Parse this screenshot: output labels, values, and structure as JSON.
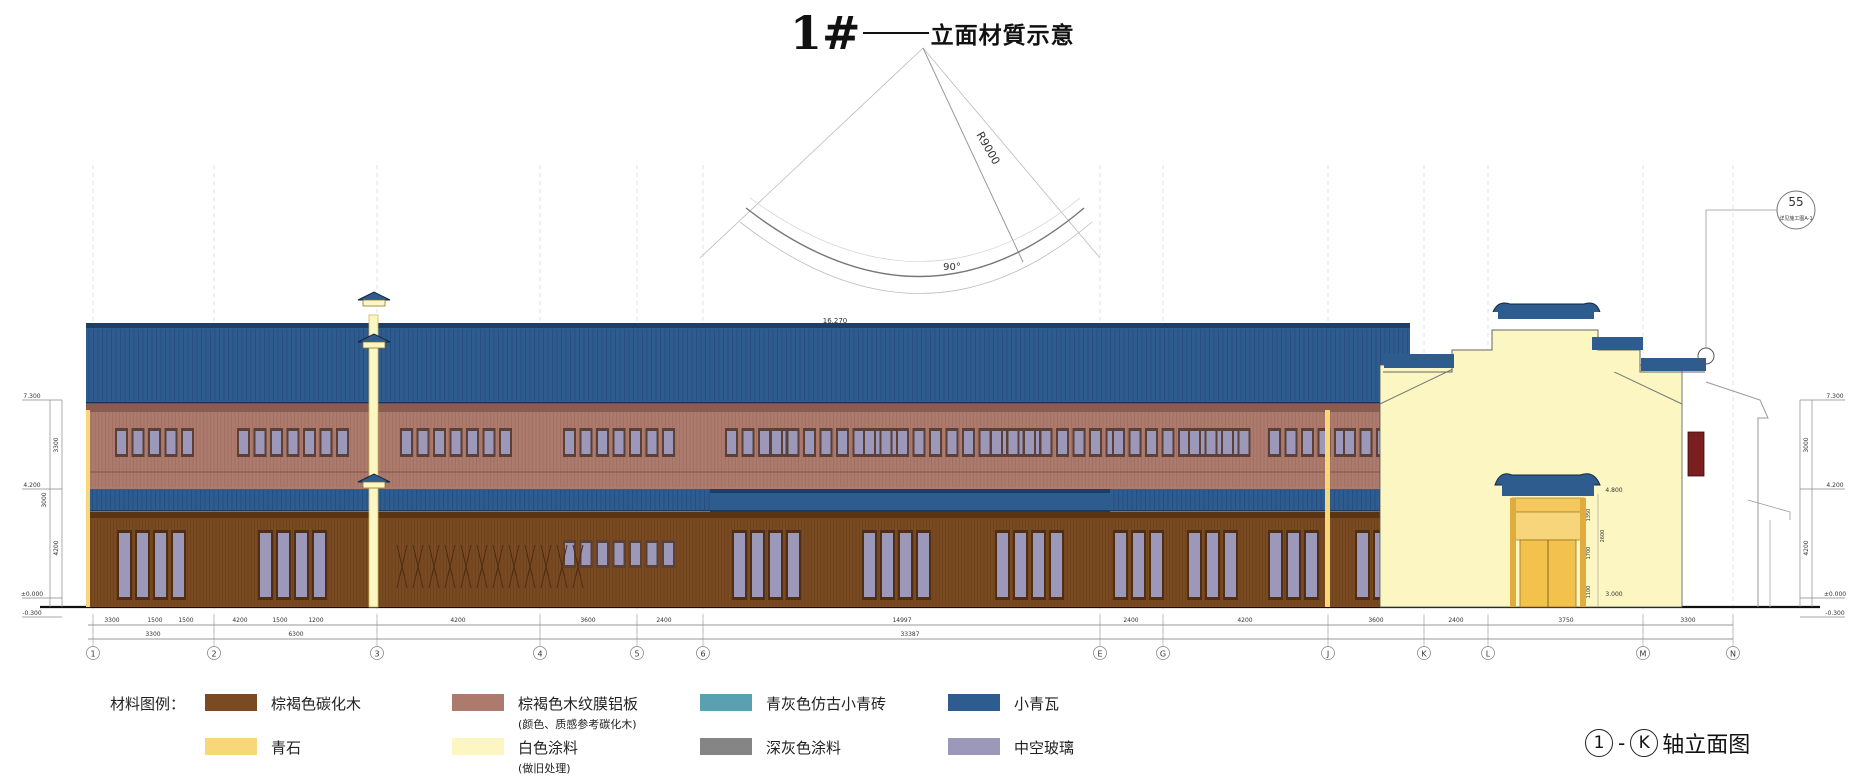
{
  "title": {
    "number": "1#",
    "subtitle": "立面材質示意"
  },
  "drawing": {
    "axis_labels": [
      "1",
      "2",
      "3",
      "4",
      "5",
      "6",
      "E",
      "G",
      "J",
      "K",
      "L",
      "M",
      "N"
    ],
    "dim_texts_row1": [
      "3300",
      "1500",
      "1500",
      "4200",
      "1500",
      "1200",
      "4200",
      "3600",
      "2400",
      "14997",
      "2400",
      "4200",
      "3600",
      "2400",
      "3750",
      "3300"
    ],
    "dim_texts_row2": [
      "3300",
      "6300",
      "33387"
    ],
    "angle_text": "90°",
    "radius_text": "R9000",
    "ridge_text": "16.270",
    "level_texts": [
      "7.300",
      "4.200",
      "±0.000",
      "-0.300"
    ],
    "level_texts_right": [
      "7.300",
      "4.200",
      "±0.000",
      "-0.300"
    ],
    "height_texts": [
      "3300",
      "3000",
      "4200",
      "3000",
      "4200"
    ],
    "door_dims": [
      "4.800",
      "1350",
      "1700",
      "2600",
      "3.000",
      "1100"
    ],
    "callout_number": "55",
    "callout_ref": "详见施工图A-1"
  },
  "legend": {
    "title": "材料图例：",
    "items": [
      {
        "label": "棕褐色碳化木",
        "color": "#7a4a22"
      },
      {
        "label": "棕褐色木纹膜铝板",
        "note": "(颜色、质感参考碳化木)",
        "color": "#ad7b6d"
      },
      {
        "label": "青灰色仿古小青砖",
        "color": "#5aa0b3"
      },
      {
        "label": "小青瓦",
        "color": "#2e5c8f"
      },
      {
        "label": "青石",
        "color": "#f8d67a"
      },
      {
        "label": "白色涂料",
        "note": "(做旧处理)",
        "color": "#fbf6c2"
      },
      {
        "label": "深灰色涂料",
        "color": "#858585"
      },
      {
        "label": "中空玻璃",
        "color": "#9c98ba"
      }
    ]
  },
  "view_label": {
    "axis_a": "1",
    "separator": "-",
    "axis_b": "K",
    "text": "轴立面图"
  },
  "colors": {
    "roof": "#2e5c8f",
    "brown_wood": "#7a4a22",
    "aluminum": "#ad7b6d",
    "glass": "#9c98ba",
    "white_paint": "#fbf6c2",
    "stone": "#f8d67a"
  }
}
